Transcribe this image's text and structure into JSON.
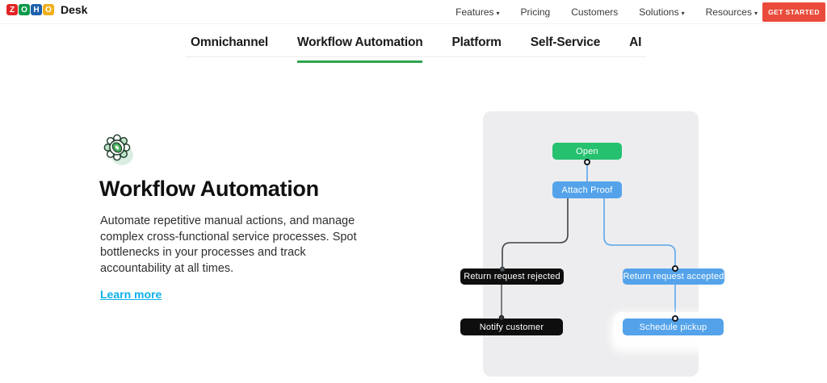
{
  "header": {
    "logo": {
      "tiles": [
        {
          "letter": "Z",
          "color": "#e42527"
        },
        {
          "letter": "O",
          "color": "#089949"
        },
        {
          "letter": "H",
          "color": "#1d61ac"
        },
        {
          "letter": "O",
          "color": "#f0b01d"
        }
      ],
      "product": "Desk"
    },
    "nav": [
      {
        "label": "Features",
        "has_dropdown": true
      },
      {
        "label": "Pricing",
        "has_dropdown": false
      },
      {
        "label": "Customers",
        "has_dropdown": false
      },
      {
        "label": "Solutions",
        "has_dropdown": true
      },
      {
        "label": "Resources",
        "has_dropdown": true
      }
    ],
    "cta_label": "GET STARTED"
  },
  "icons": {
    "caret_down": "▾"
  },
  "tabs": {
    "items": [
      "Omnichannel",
      "Workflow Automation",
      "Platform",
      "Self-Service",
      "AI"
    ],
    "active": "Workflow Automation"
  },
  "content": {
    "title": "Workflow Automation",
    "description": "Automate repetitive manual actions, and manage complex cross-functional service processes. Spot bottlenecks in your processes and track accountability at all times.",
    "link_label": "Learn more"
  },
  "diagram": {
    "nodes": {
      "open": {
        "label": "Open",
        "color": "#25c16f"
      },
      "attach": {
        "label": "Attach Proof",
        "color": "#54a3ea"
      },
      "rejected": {
        "label": "Return request rejected",
        "color": "#0e0e0e"
      },
      "accepted": {
        "label": "Return request accepted",
        "color": "#54a3ea"
      },
      "notify": {
        "label": "Notify customer",
        "color": "#0e0e0e"
      },
      "schedule": {
        "label": "Schedule pickup",
        "color": "#54a3ea"
      }
    },
    "panel_color": "#ededef"
  },
  "colors": {
    "active_tab_underline": "#2ea44f",
    "cta_background": "#ea4b3b",
    "link_blue": "#0bb0e8",
    "connector_dark": "#3f4246",
    "connector_blue": "#5aa7ec"
  }
}
